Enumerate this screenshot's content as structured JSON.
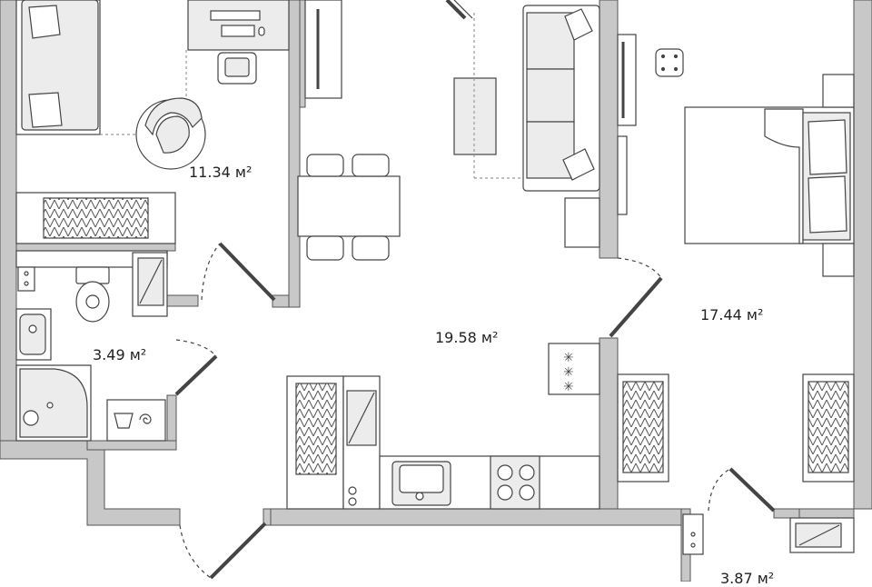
{
  "colors": {
    "wall_fill": "#c8c8c8",
    "wall_stroke": "#555555",
    "furniture_fill": "#ececec",
    "line": "#444444",
    "background": "#ffffff"
  },
  "rooms": [
    {
      "id": "bedroom-small",
      "area_label": "11.34 м²"
    },
    {
      "id": "bathroom",
      "area_label": "3.49 м²"
    },
    {
      "id": "living-kitchen",
      "area_label": "19.58 м²"
    },
    {
      "id": "bedroom-large",
      "area_label": "17.44 м²"
    },
    {
      "id": "bathroom-2",
      "area_label": "3.87 м²"
    }
  ]
}
